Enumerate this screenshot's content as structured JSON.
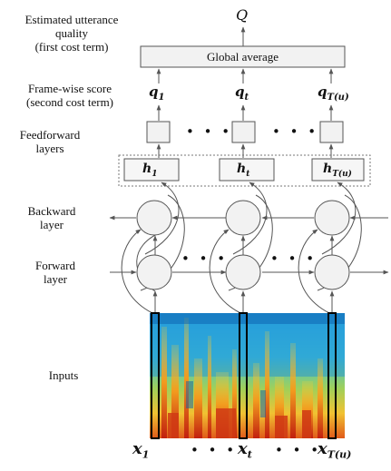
{
  "labels": {
    "estimated_quality": [
      "Estimated utterance",
      "quality",
      "(first cost term)"
    ],
    "frame_score": [
      "Frame-wise score",
      "(second cost term)"
    ],
    "feedforward": [
      "Feedforward",
      "layers"
    ],
    "backward": [
      "Backward",
      "layer"
    ],
    "forward": [
      "Forward",
      "layer"
    ],
    "inputs": "Inputs"
  },
  "output_symbol": "Q",
  "global_average": "Global average",
  "q_nodes": [
    {
      "base": "q",
      "sub": "1"
    },
    {
      "base": "q",
      "sub": "t"
    },
    {
      "base": "q",
      "sub": "T(u)"
    }
  ],
  "h_nodes": [
    {
      "base": "h",
      "sub": "1"
    },
    {
      "base": "h",
      "sub": "t"
    },
    {
      "base": "h",
      "sub": "T(u)"
    }
  ],
  "x_nodes": [
    {
      "base": "x",
      "sub": "1"
    },
    {
      "base": "x",
      "sub": "t"
    },
    {
      "base": "x",
      "sub": "T(u)"
    }
  ],
  "ellipsis": "• • •",
  "colors": {
    "line": "#555555",
    "box_fill": "#f2f2f2",
    "frame_highlight": "#000000"
  }
}
